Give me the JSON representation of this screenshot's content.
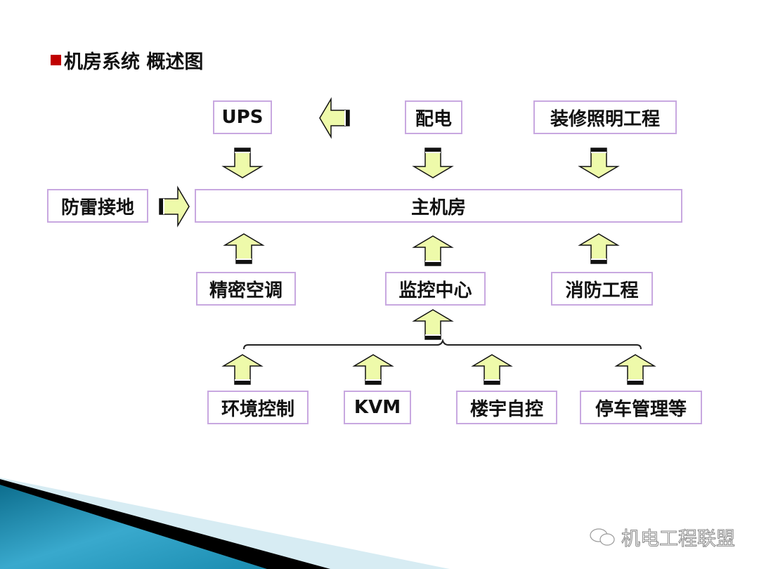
{
  "title": "机房系统 概述图",
  "center": "主机房",
  "top_boxes": [
    "UPS",
    "配电",
    "装修照明工程"
  ],
  "left_box": "防雷接地",
  "middle_boxes": [
    "精密空调",
    "监控中心",
    "消防工程"
  ],
  "bottom_boxes": [
    "环境控制",
    "KVM",
    "楼宇自控",
    "停车管理等"
  ],
  "watermark": "机电工程联盟",
  "colors": {
    "accent": "#c00000",
    "box_border": "#c8a8e0",
    "arrow_fill": "#eefaaa",
    "banner": "#2a9fc0"
  }
}
